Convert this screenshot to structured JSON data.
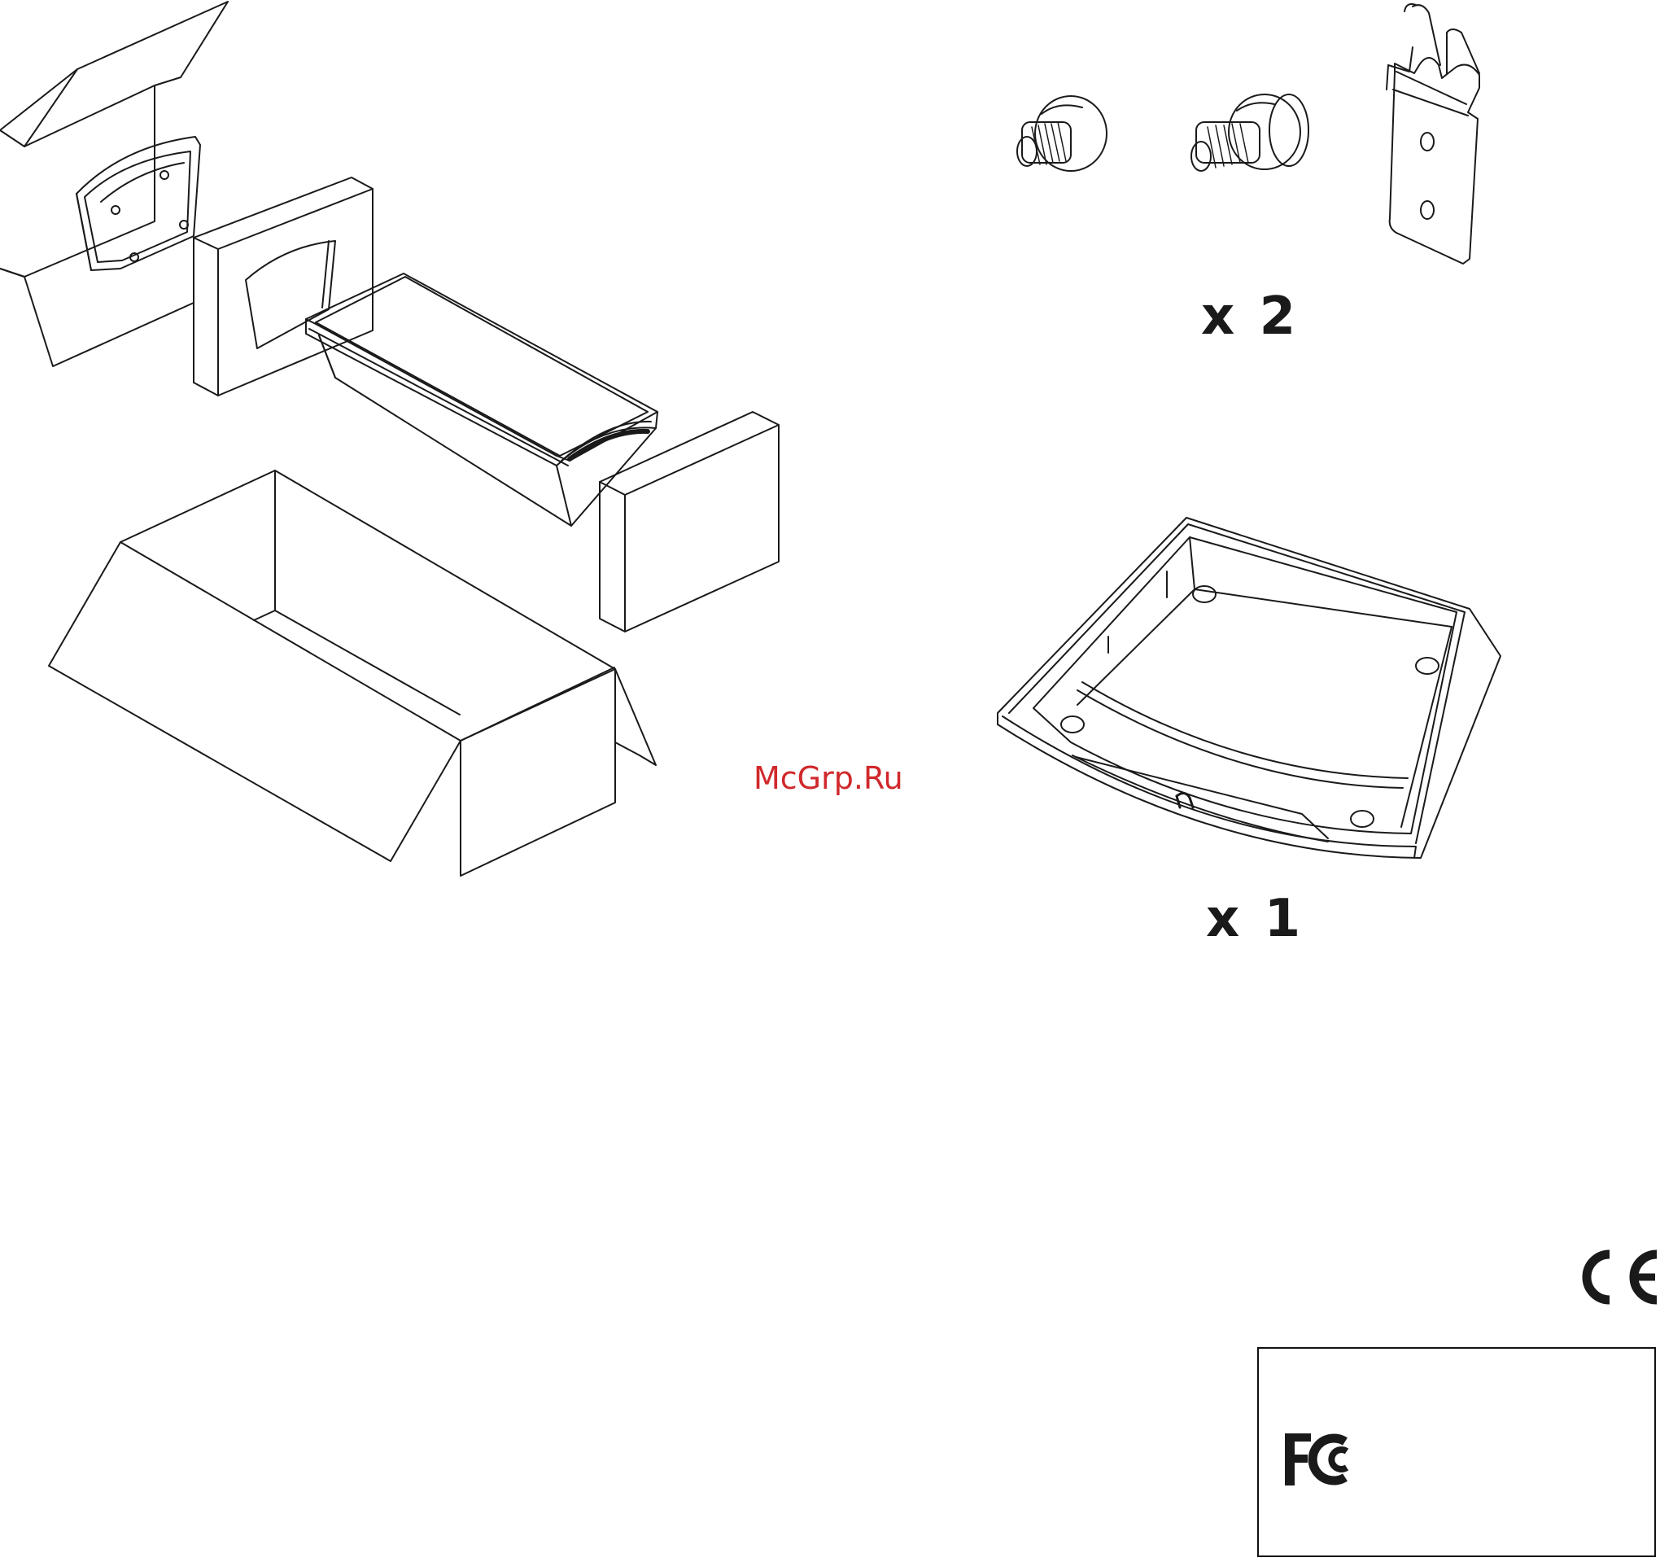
{
  "labels": {
    "qty_screws": "x 2",
    "qty_base": "x 1",
    "watermark": "McGrp.Ru"
  },
  "marks": {
    "ce": "CE",
    "fcc": "FC"
  },
  "icons": [
    "packaging-box-icon",
    "speaker-icon",
    "foam-insert-icon",
    "screw-icon",
    "bracket-icon",
    "stand-base-icon",
    "ce-mark-icon",
    "fcc-logo-icon"
  ],
  "colors": {
    "line": "#1a1a1a",
    "watermark": "#d0282b",
    "background": "#ffffff"
  }
}
